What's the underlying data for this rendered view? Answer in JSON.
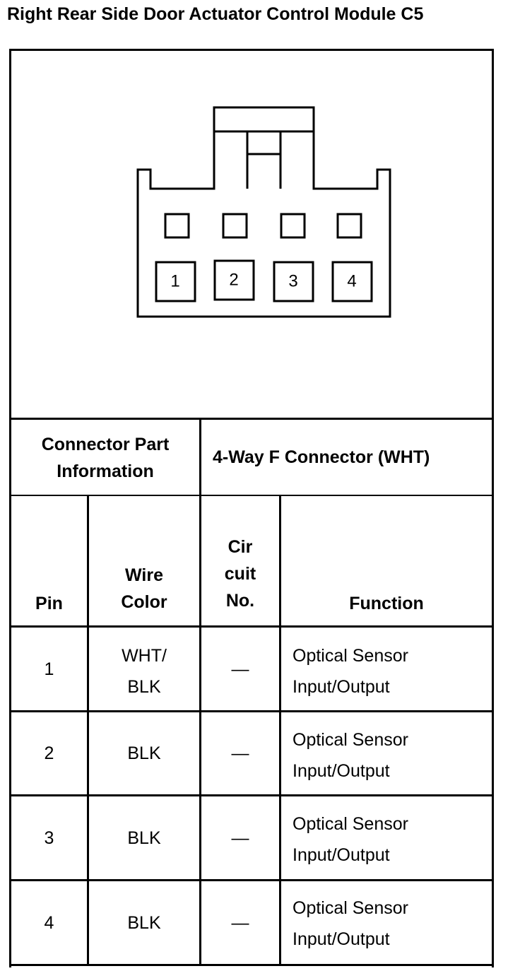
{
  "title": "Right Rear Side Door Actuator Control Module C5",
  "connector": {
    "terminal_labels": [
      "1",
      "2",
      "3",
      "4"
    ]
  },
  "part_info": {
    "label_line1": "Connector Part",
    "label_line2": "Information",
    "value": "4-Way F Connector (WHT)"
  },
  "headers": {
    "pin": "Pin",
    "wire_color_line1": "Wire",
    "wire_color_line2": "Color",
    "circuit_line1": "Cir",
    "circuit_line2": "cuit",
    "circuit_line3": "No.",
    "function": "Function"
  },
  "rows": [
    {
      "pin": "1",
      "wire_line1": "WHT/",
      "wire_line2": "BLK",
      "circuit": "—",
      "function_line1": "Optical Sensor",
      "function_line2": "Input/Output"
    },
    {
      "pin": "2",
      "wire_line1": "BLK",
      "wire_line2": "",
      "circuit": "—",
      "function_line1": "Optical Sensor",
      "function_line2": "Input/Output"
    },
    {
      "pin": "3",
      "wire_line1": "BLK",
      "wire_line2": "",
      "circuit": "—",
      "function_line1": "Optical Sensor",
      "function_line2": "Input/Output"
    },
    {
      "pin": "4",
      "wire_line1": "BLK",
      "wire_line2": "",
      "circuit": "—",
      "function_line1": "Optical Sensor",
      "function_line2": "Input/Output"
    }
  ]
}
